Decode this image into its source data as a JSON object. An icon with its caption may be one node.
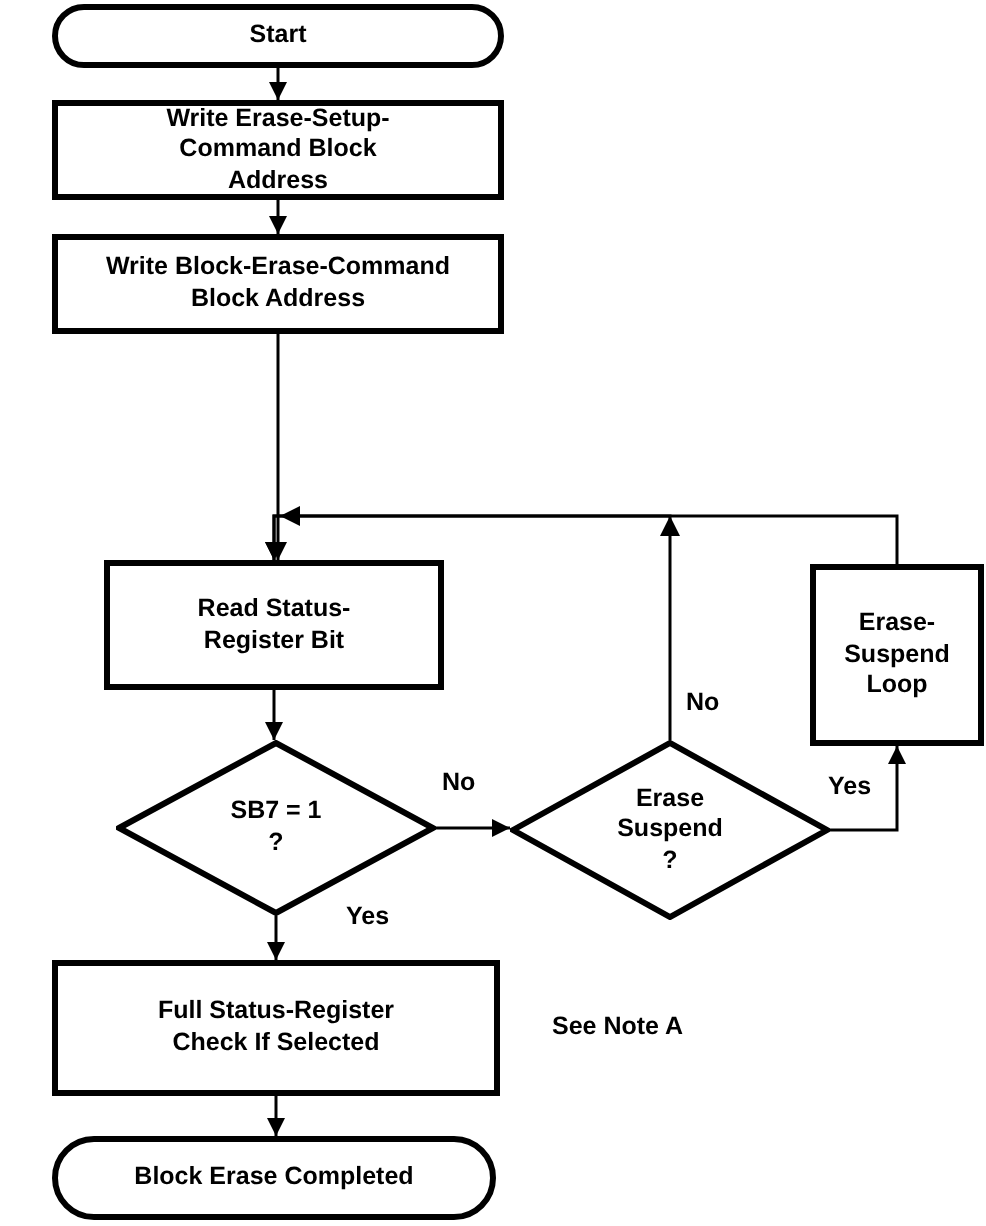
{
  "diagram": {
    "nodes": [
      {
        "text": [
          "Start"
        ]
      },
      {
        "text": [
          "Write Erase-Setup-Command Block Address"
        ]
      },
      {
        "text": [
          "Write Block-Erase-Command Block Address"
        ]
      },
      {
        "text": [
          "Read Status-Register Bit"
        ]
      },
      {
        "text": [
          "SB7 = 1 ?"
        ]
      },
      {
        "text": [
          "Erase Suspend ?"
        ]
      },
      {
        "text": [
          "Erase-Suspend Loop"
        ]
      },
      {
        "text": [
          "Full Status-Register Check If Selected"
        ]
      },
      {
        "text": [
          "Block Erase Completed"
        ]
      }
    ],
    "edges": [
      {
        "from": 0,
        "to": 1,
        "arrow": "to"
      },
      {
        "from": 1,
        "to": 2,
        "arrow": "to"
      },
      {
        "from": 2,
        "to": 3,
        "arrow": "to"
      },
      {
        "from": 3,
        "to": 4,
        "arrow": "to"
      },
      {
        "from": 4,
        "to": 5,
        "arrow": "to",
        "label": "No"
      },
      {
        "from": 5,
        "to": 6,
        "arrow": "to",
        "label": "Yes"
      },
      {
        "from": 5,
        "to": 3,
        "arrow": "to",
        "label": "No"
      },
      {
        "from": 6,
        "to": 3,
        "arrow": "to"
      },
      {
        "from": 4,
        "to": 7,
        "arrow": "to",
        "label": "Yes"
      },
      {
        "from": 7,
        "to": 8,
        "arrow": "to"
      }
    ],
    "labels": [
      "See Note A"
    ]
  }
}
